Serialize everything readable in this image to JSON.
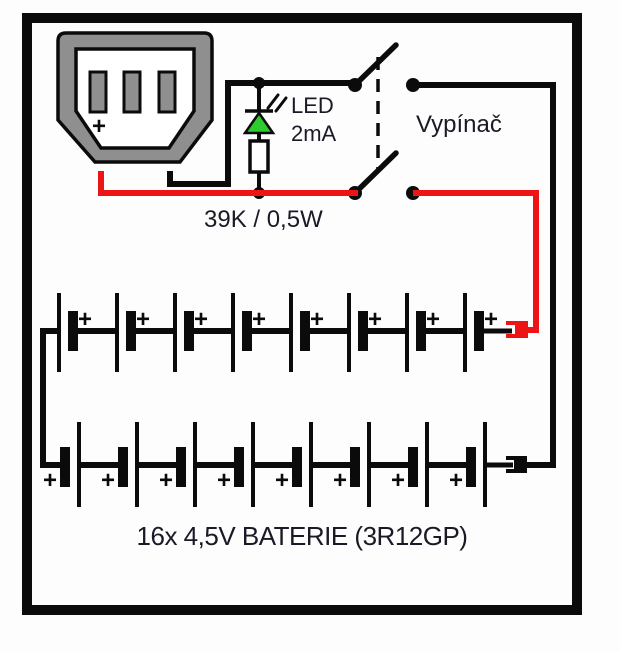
{
  "diagram": {
    "type": "circuit-schematic",
    "labels": {
      "led": "LED",
      "led_current": "2mA",
      "resistor_value": "39K / 0,5W",
      "switch": "Vypínač",
      "batteries": "16x 4,5V BATERIE (3R12GP)"
    },
    "plus_sign": "+",
    "colors": {
      "wire_black": "#0b0b0b",
      "wire_red": "#ec1414",
      "led_green": "#2ecc2e",
      "connector_gray": "#8f8f8f",
      "label_ink": "#1a1a26"
    },
    "components": {
      "battery_cell_count": 16,
      "battery_rows": 2,
      "cells_per_row": 8
    }
  }
}
